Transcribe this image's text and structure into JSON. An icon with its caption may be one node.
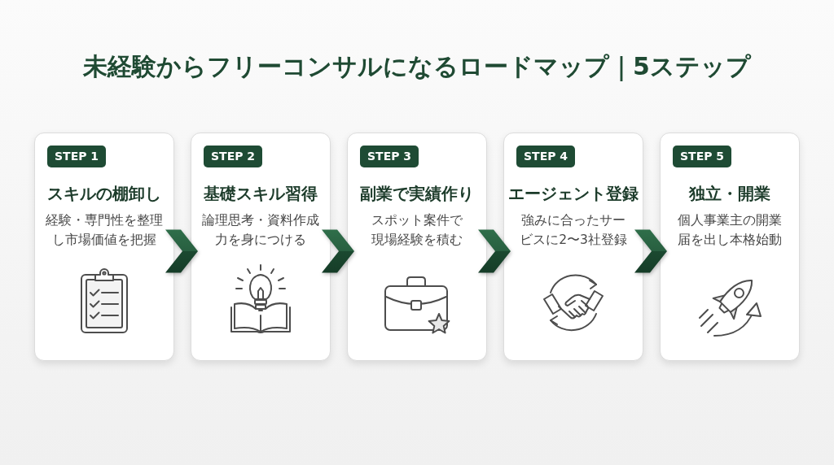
{
  "diagram": {
    "title": "未経験からフリーコンサルになるロードマップ｜5ステップ",
    "nodes": [
      {
        "text": [
          "スキルの棚卸し",
          "経験・専門性を整理し市場価値を把握"
        ]
      },
      {
        "text": [
          "STEP 1"
        ],
        "in": 0
      },
      {
        "text": [
          "基礎スキル習得",
          "論理思考・資料作成力を身につける"
        ]
      },
      {
        "text": [
          "STEP 2"
        ],
        "in": 2
      },
      {
        "text": [
          "副業で実績作り",
          "スポット案件で現場経験を積む"
        ]
      },
      {
        "text": [
          "STEP 3"
        ],
        "in": 4
      },
      {
        "text": [
          "エージェント登録",
          "強みに合ったサービスに2〜3社登録"
        ]
      },
      {
        "text": [
          "STEP 4"
        ],
        "in": 6
      },
      {
        "text": [
          "独立・開業",
          "個人事業主の開業届を出し本格始動"
        ]
      },
      {
        "text": [
          "STEP 5"
        ],
        "in": 8
      }
    ],
    "edges": [
      {
        "from": 0,
        "to": 2,
        "arrow": "to"
      },
      {
        "from": 2,
        "to": 4,
        "arrow": "to"
      },
      {
        "from": 4,
        "to": 6,
        "arrow": "to"
      },
      {
        "from": 6,
        "to": 8,
        "arrow": "to"
      }
    ]
  }
}
